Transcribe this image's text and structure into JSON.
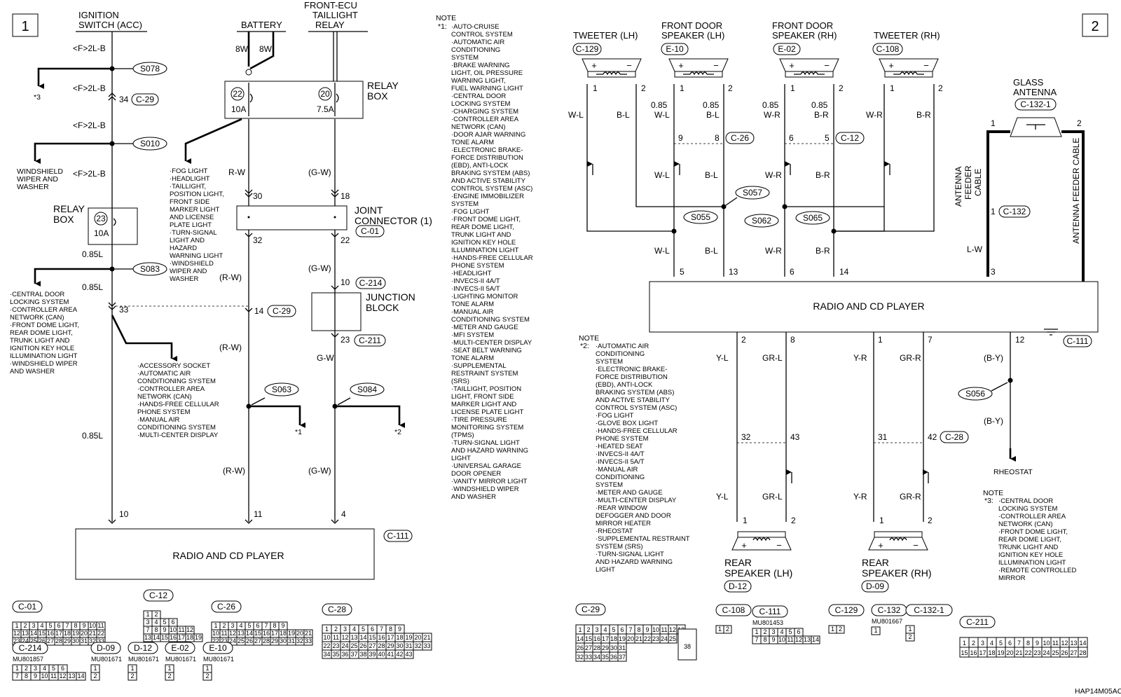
{
  "page": {
    "left_number": "1",
    "right_number": "2",
    "figure_code": "HAP14M05AC"
  },
  "left": {
    "ignition_label": [
      "IGNITION",
      "SWITCH (ACC)"
    ],
    "battery_label": "BATTERY",
    "taillight_relay_label": [
      "FRONT-ECU",
      "TAILLIGHT",
      "RELAY"
    ],
    "fuse_8w_a": "8W",
    "fuse_8w_b": "8W",
    "relay_box_label": [
      "RELAY",
      "BOX"
    ],
    "fuse22": "22",
    "fuse22_amp": "10A",
    "fuse20": "20",
    "fuse20_amp": "7.5A",
    "f2lb_1": "<F>2L-B",
    "f2lb_2": "<F>2L-B",
    "f2lb_3": "<F>2L-B",
    "f2lb_4": "<F>2L-B",
    "s078": "S078",
    "s010": "S010",
    "s083": "S083",
    "s063": "S063",
    "s084": "S084",
    "star3": "*3",
    "star1": "*1",
    "star2": "*2",
    "pin34": "34",
    "c29_a": "C-29",
    "windshield_label": [
      "WINDSHIELD",
      "WIPER AND",
      "WASHER"
    ],
    "relay_box2_label": [
      "RELAY",
      "BOX"
    ],
    "fuse23": "23",
    "fuse23_amp": "10A",
    "w085l_1": "0.85L",
    "w085l_2": "0.85L",
    "w085l_3": "0.85L",
    "pin33": "33",
    "left_list": [
      "·CENTRAL DOOR",
      " LOCKING SYSTEM",
      "·CONTROLLER AREA",
      " NETWORK (CAN)",
      "·FRONT DOME LIGHT,",
      " REAR DOME LIGHT,",
      " TRUNK LIGHT AND",
      " IGNITION KEY HOLE",
      " ILLUMINATION LIGHT",
      "·WINDSHIELD WIPER",
      " AND WASHER"
    ],
    "fog_list": [
      "·FOG LIGHT",
      "·HEADLIGHT",
      "·TAILLIGHT,",
      " POSITION LIGHT,",
      " FRONT SIDE",
      " MARKER LIGHT",
      " AND LICENSE",
      " PLATE LIGHT",
      "·TURN-SIGNAL",
      " LIGHT AND",
      " HAZARD",
      " WARNING LIGHT",
      "·WINDSHIELD",
      " WIPER AND",
      " WASHER"
    ],
    "accessory_list": [
      "·ACCESSORY SOCKET",
      "·AUTOMATIC AIR",
      " CONDITIONING SYSTEM",
      "·CONTROLLER AREA",
      " NETWORK (CAN)",
      "·HANDS-FREE CELLULAR",
      " PHONE SYSTEM",
      "·MANUAL AIR",
      " CONDITIONING SYSTEM",
      "·MULTI-CENTER DISPLAY"
    ],
    "rw": "R-W",
    "rw_p1": "(R-W)",
    "rw_p2": "(R-W)",
    "rw_p3": "(R-W)",
    "gw_p1": "(G-W)",
    "gw_p2": "(G-W)",
    "gw_p3": "(G-W)",
    "gw": "G-W",
    "pin30": "30",
    "pin18": "18",
    "joint_label": [
      "JOINT",
      "CONNECTOR (1)"
    ],
    "c01": "C-01",
    "pin32": "32",
    "pin22": "22",
    "pin10_214": "10",
    "c214": "C-214",
    "junction_label": [
      "JUNCTION",
      "BLOCK"
    ],
    "pin14": "14",
    "c29_b": "C-29",
    "pin23": "23",
    "c211": "C-211",
    "pin10": "10",
    "pin11": "11",
    "pin4": "4",
    "c111": "C-111",
    "radio_label": "RADIO AND CD PLAYER"
  },
  "note1": {
    "title": "NOTE",
    "marker": "*1:",
    "items": [
      "·AUTO-CRUISE",
      " CONTROL SYSTEM",
      "·AUTOMATIC AIR",
      " CONDITIONING",
      " SYSTEM",
      "·BRAKE WARNING",
      " LIGHT, OIL PRESSURE",
      " WARNING LIGHT,",
      " FUEL WARNING LIGHT",
      "·CENTRAL DOOR",
      " LOCKING SYSTEM",
      "·CHARGING SYSTEM",
      "·CONTROLLER AREA",
      " NETWORK (CAN)",
      "·DOOR AJAR WARNING",
      " TONE ALARM",
      "·ELECTRONIC BRAKE-",
      " FORCE DISTRIBUTION",
      " (EBD), ANTI-LOCK",
      " BRAKING SYSTEM (ABS)",
      " AND ACTIVE STABILITY",
      " CONTROL SYSTEM (ASC)",
      "·ENGINE IMMOBILIZER",
      " SYSTEM",
      "·FOG LIGHT",
      "·FRONT DOME LIGHT,",
      " REAR DOME LIGHT,",
      " TRUNK LIGHT AND",
      " IGNITION KEY HOLE",
      " ILLUMINATION LIGHT",
      "·HANDS-FREE CELLULAR",
      " PHONE SYSTEM",
      "·HEADLIGHT",
      "·INVECS-II 4A/T",
      "·INVECS-II 5A/T",
      "·LIGHTING MONITOR",
      " TONE ALARM",
      "·MANUAL AIR",
      " CONDITIONING SYSTEM",
      "·METER AND GAUGE",
      "·MFI SYSTEM",
      "·MULTI-CENTER DISPLAY",
      "·SEAT BELT WARNING",
      " TONE ALARM",
      "·SUPPLEMENTAL",
      " RESTRAINT SYSTEM",
      " (SRS)",
      "·TAILLIGHT, POSITION",
      " LIGHT, FRONT SIDE",
      " MARKER LIGHT AND",
      " LICENSE PLATE LIGHT",
      "·TIRE PRESSURE",
      " MONITORING SYSTEM",
      " (TPMS)",
      "·TURN-SIGNAL LIGHT",
      " AND HAZARD WARNING",
      " LIGHT",
      "·UNIVERSAL GARAGE",
      " DOOR OPENER",
      "·VANITY MIRROR LIGHT",
      "·WINDSHIELD WIPER",
      " AND WASHER"
    ]
  },
  "right": {
    "tweeter_lh": "TWEETER (LH)",
    "c129": "C-129",
    "fdoor_lh": [
      "FRONT DOOR",
      "SPEAKER (LH)"
    ],
    "e10": "E-10",
    "fdoor_rh": [
      "FRONT DOOR",
      "SPEAKER (RH)"
    ],
    "e02": "E-02",
    "tweeter_rh": "TWEETER (RH)",
    "c108": "C-108",
    "plus": "+",
    "minus": "−",
    "p1": "1",
    "p2": "2",
    "w_wl": "W-L",
    "w_bl": "B-L",
    "w_085wl": "0.85",
    "w_085wl2": "W-L",
    "w_085bl": "0.85",
    "w_085bl2": "B-L",
    "w_085wr": "0.85",
    "w_085wr2": "W-R",
    "w_085br": "0.85",
    "w_085br2": "B-R",
    "w_wr": "W-R",
    "w_br": "B-R",
    "pin9": "9",
    "pin8": "8",
    "c26": "C-26",
    "pin6": "6",
    "pin5": "5",
    "c12": "C-12",
    "mid_wl": "W-L",
    "mid_bl": "B-L",
    "mid_wr": "W-R",
    "mid_br": "B-R",
    "s057": "S057",
    "s055": "S055",
    "s062": "S062",
    "s065": "S065",
    "low_wl": "W-L",
    "low_bl": "B-L",
    "low_wr": "W-R",
    "low_br": "B-R",
    "rp5": "5",
    "rp13": "13",
    "rp6": "6",
    "rp14": "14",
    "rp3": "3",
    "glass_antenna": [
      "GLASS",
      "ANTENNA"
    ],
    "c1321": "C-132-1",
    "ant_p1": "1",
    "ant_p2": "2",
    "feeder_left": [
      "ANTENNA",
      "FEEDER",
      "CABLE"
    ],
    "feeder_right": "ANTENNA FEEDER CABLE",
    "c132_pin": "1",
    "c132": "C-132",
    "lw": "L-W",
    "radio_label": "RADIO AND CD PLAYER",
    "c111": "C-111",
    "bp2": "2",
    "bp8": "8",
    "bp1": "1",
    "bp7": "7",
    "bp12": "12",
    "yl": "Y-L",
    "grl": "GR-L",
    "yr": "Y-R",
    "grr": "GR-R",
    "by1": "(B-Y)",
    "by2": "(B-Y)",
    "s056": "S056",
    "rheostat": "RHEOSTAT",
    "cp32": "32",
    "cp43": "43",
    "cp31": "31",
    "cp42": "42",
    "c28": "C-28",
    "yl2": "Y-L",
    "grl2": "GR-L",
    "yr2": "Y-R",
    "grr2": "GR-R",
    "rear_lh": [
      "REAR",
      "SPEAKER (LH)"
    ],
    "d12": "D-12",
    "rear_rh": [
      "REAR",
      "SPEAKER (RH)"
    ],
    "d09": "D-09"
  },
  "note2": {
    "title": "NOTE",
    "marker": "*2:",
    "items": [
      "·AUTOMATIC AIR",
      " CONDITIONING",
      " SYSTEM",
      "·ELECTRONIC BRAKE-",
      " FORCE DISTRIBUTION",
      " (EBD), ANTI-LOCK",
      " BRAKING SYSTEM (ABS)",
      " AND ACTIVE STABILITY",
      " CONTROL SYSTEM (ASC)",
      "·FOG LIGHT",
      "·GLOVE BOX LIGHT",
      "·HANDS-FREE CELLULAR",
      " PHONE SYSTEM",
      "·HEATED SEAT",
      "·INVECS-II 4A/T",
      "·INVECS-II 5A/T",
      "·MANUAL AIR",
      " CONDITIONING",
      " SYSTEM",
      "·METER AND GAUGE",
      "·MULTI-CENTER DISPLAY",
      "·REAR WINDOW",
      " DEFOGGER AND DOOR",
      " MIRROR HEATER",
      "·RHEOSTAT",
      "·SUPPLEMENTAL RESTRAINT",
      " SYSTEM (SRS)",
      "·TURN-SIGNAL LIGHT",
      " AND HAZARD WARNING",
      " LIGHT"
    ]
  },
  "note3": {
    "title": "NOTE",
    "marker": "*3:",
    "items": [
      "·CENTRAL DOOR",
      " LOCKING SYSTEM",
      "·CONTROLLER AREA",
      " NETWORK (CAN)",
      "·FRONT DOME LIGHT,",
      " REAR DOME LIGHT,",
      " TRUNK LIGHT AND",
      " IGNITION KEY HOLE",
      " ILLUMINATION LIGHT",
      "·REMOTE CONTROLLED",
      " MIRROR"
    ]
  },
  "connectors": {
    "c01": {
      "label": "C-01",
      "rows": [
        [
          "1",
          "2",
          "3",
          "4",
          "5",
          "6",
          "7",
          "8",
          "9",
          "10",
          "11"
        ],
        [
          "12",
          "13",
          "14",
          "15",
          "16",
          "17",
          "18",
          "19",
          "20",
          "21",
          "22"
        ],
        [
          "23",
          "24",
          "25",
          "26",
          "27",
          "28",
          "29",
          "30",
          "31",
          "32",
          "33"
        ]
      ]
    },
    "c12": {
      "label": "C-12",
      "rows": [
        [
          "1",
          "2"
        ],
        [
          "3",
          "4",
          "5",
          "6"
        ],
        [
          "7",
          "8",
          "9",
          "10",
          "11",
          "12"
        ],
        [
          "13",
          "14",
          "15",
          "16",
          "17",
          "18",
          "19"
        ]
      ]
    },
    "c26": {
      "label": "C-26",
      "rows": [
        [
          "1",
          "2",
          "3",
          "4",
          "5",
          "6",
          "7",
          "8",
          "9"
        ],
        [
          "10",
          "11",
          "12",
          "13",
          "14",
          "15",
          "16",
          "17",
          "18",
          "19",
          "20",
          "21"
        ],
        [
          "22",
          "23",
          "24",
          "25",
          "26",
          "27",
          "28",
          "29",
          "30",
          "31",
          "32",
          "33"
        ]
      ]
    },
    "c28": {
      "label": "C-28",
      "rows": [
        [
          "1",
          "2",
          "3",
          "4",
          "5",
          "6",
          "7",
          "8",
          "9"
        ],
        [
          "10",
          "11",
          "12",
          "13",
          "14",
          "15",
          "16",
          "17",
          "18",
          "19",
          "20",
          "21"
        ],
        [
          "22",
          "23",
          "24",
          "25",
          "26",
          "27",
          "28",
          "29",
          "30",
          "31",
          "32",
          "33"
        ],
        [
          "34",
          "35",
          "36",
          "37",
          "38",
          "39",
          "40",
          "41",
          "42",
          "43"
        ]
      ]
    },
    "c214": {
      "label": "C-214",
      "part": "MU801857",
      "rows": [
        [
          "1",
          "2",
          "3",
          "4",
          "5",
          "6"
        ],
        [
          "7",
          "8",
          "9",
          "10",
          "11",
          "12",
          "13",
          "14"
        ]
      ]
    },
    "d09": {
      "label": "D-09",
      "part": "MU801671",
      "rows": [
        [
          "1"
        ],
        [
          "2"
        ]
      ]
    },
    "d12": {
      "label": "D-12",
      "part": "MU801671",
      "rows": [
        [
          "1"
        ],
        [
          "2"
        ]
      ]
    },
    "e02": {
      "label": "E-02",
      "part": "MU801671",
      "rows": [
        [
          "1"
        ],
        [
          "2"
        ]
      ]
    },
    "e10": {
      "label": "E-10",
      "part": "MU801671",
      "rows": [
        [
          "1"
        ],
        [
          "2"
        ]
      ]
    },
    "c29": {
      "label": "C-29",
      "rows": [
        [
          "1",
          "2",
          "3",
          "4",
          "5",
          "6",
          "7",
          "8",
          "9",
          "10",
          "11",
          "12",
          "13"
        ],
        [
          "14",
          "15",
          "16",
          "17",
          "18",
          "19",
          "20",
          "21",
          "22",
          "23",
          "24",
          "25"
        ],
        [
          "26",
          "27",
          "28",
          "29",
          "30",
          "31"
        ],
        [
          "32",
          "33",
          "34",
          "35",
          "36",
          "37"
        ]
      ],
      "big": "38"
    },
    "c108": {
      "label": "C-108",
      "rows": [
        [
          "1",
          "2"
        ]
      ]
    },
    "c111": {
      "label": "C-111",
      "part": "MU801453",
      "rows": [
        [
          "1",
          "2",
          "3",
          "4",
          "5",
          "6"
        ],
        [
          "7",
          "8",
          "9",
          "10",
          "11",
          "12",
          "13",
          "14"
        ]
      ]
    },
    "c129": {
      "label": "C-129",
      "rows": [
        [
          "1",
          "2"
        ]
      ]
    },
    "c132": {
      "label": "C-132",
      "part": "MU801667",
      "rows": [
        [
          "1"
        ]
      ]
    },
    "c1321": {
      "label": "C-132-1",
      "rows": [
        [
          "1"
        ],
        [
          "2"
        ]
      ]
    },
    "c211": {
      "label": "C-211",
      "rows": [
        [
          "1",
          "2",
          "3",
          "4",
          "5",
          "6",
          "7",
          "8",
          "9",
          "10",
          "11",
          "12",
          "13",
          "14"
        ],
        [
          "15",
          "16",
          "17",
          "18",
          "19",
          "20",
          "21",
          "22",
          "23",
          "24",
          "25",
          "26",
          "27",
          "28"
        ]
      ]
    }
  }
}
